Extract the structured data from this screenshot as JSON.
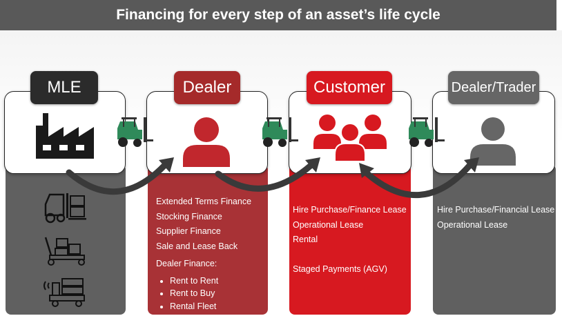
{
  "title": "Financing for every step of an asset’s life cycle",
  "colors": {
    "banner": "#595959",
    "mle": "#2b2b2b",
    "dealer": "#a52a2a",
    "customer": "#d71920",
    "trader": "#666666",
    "panel_gray": "#606060",
    "forklift_green": "#2f8a5a"
  },
  "stages": [
    {
      "label": "MLE",
      "icon": "factory-icon",
      "list": [],
      "assets": [
        "forklift-outline-icon",
        "pallet-truck-icon",
        "automated-vehicle-icon"
      ]
    },
    {
      "label": "Dealer",
      "icon": "person-icon",
      "list": [
        "Extended Terms Finance",
        "Stocking Finance",
        "Supplier Finance",
        "Sale and Lease Back"
      ],
      "sub_heading": "Dealer Finance:",
      "sub_list": [
        "Rent to Rent",
        "Rent to Buy",
        "Rental Fleet"
      ]
    },
    {
      "label": "Customer",
      "icon": "people-group-icon",
      "list": [
        "Hire Purchase/Finance Lease",
        "Operational Lease",
        "Rental",
        "",
        "Staged Payments (AGV)"
      ]
    },
    {
      "label": "Dealer/Trader",
      "icon": "person-icon",
      "list": [
        "Hire Purchase/Financial Lease",
        "Operational Lease"
      ]
    }
  ],
  "connectors": [
    "forklift-icon",
    "forklift-icon",
    "forklift-icon"
  ]
}
